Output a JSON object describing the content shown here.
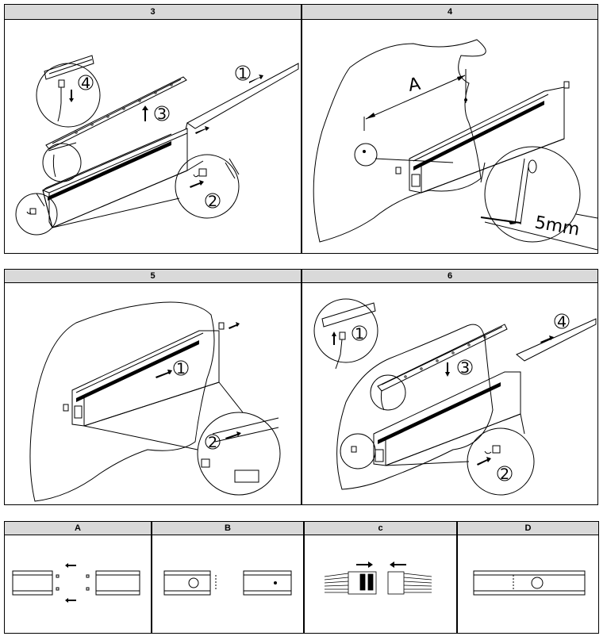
{
  "panels": [
    {
      "id": "3",
      "title": "3"
    },
    {
      "id": "4",
      "title": "4"
    },
    {
      "id": "5",
      "title": "5"
    },
    {
      "id": "6",
      "title": "6"
    },
    {
      "id": "A",
      "title": "A"
    },
    {
      "id": "B",
      "title": "B"
    },
    {
      "id": "c",
      "title": "c"
    },
    {
      "id": "D",
      "title": "D"
    }
  ],
  "step_numbers": {
    "p3": [
      "1",
      "3",
      "4",
      "2"
    ],
    "p4": {
      "dimension": "A",
      "gap": "5mm"
    },
    "p5": [
      "1",
      "2"
    ],
    "p6": [
      "1",
      "3",
      "4",
      "2"
    ]
  },
  "colors": {
    "header_bg": "#d9d9d9",
    "line": "#000000"
  }
}
